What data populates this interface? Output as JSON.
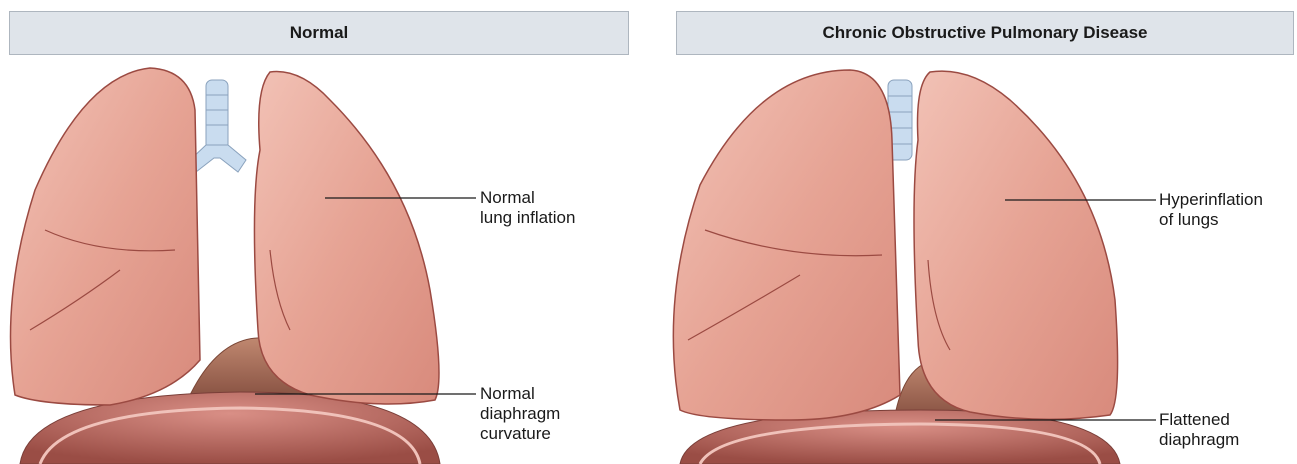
{
  "panels": [
    {
      "title": "Normal",
      "labels": [
        {
          "text": "Normal\nlung inflation"
        },
        {
          "text": "Normal\ndiaphragm\ncurvature"
        }
      ]
    },
    {
      "title": "Chronic Obstructive Pulmonary Disease",
      "labels": [
        {
          "text": "Hyperinflation\nof lungs"
        },
        {
          "text": "Flattened\ndiaphragm"
        }
      ]
    }
  ],
  "colors": {
    "header_bg": "#dfe4ea",
    "lung": "#e8a598",
    "lung_outline": "#9b4a42",
    "trachea": "#c9dcef",
    "diaphragm": "#a06a55",
    "abdomen": "#b5655c"
  }
}
